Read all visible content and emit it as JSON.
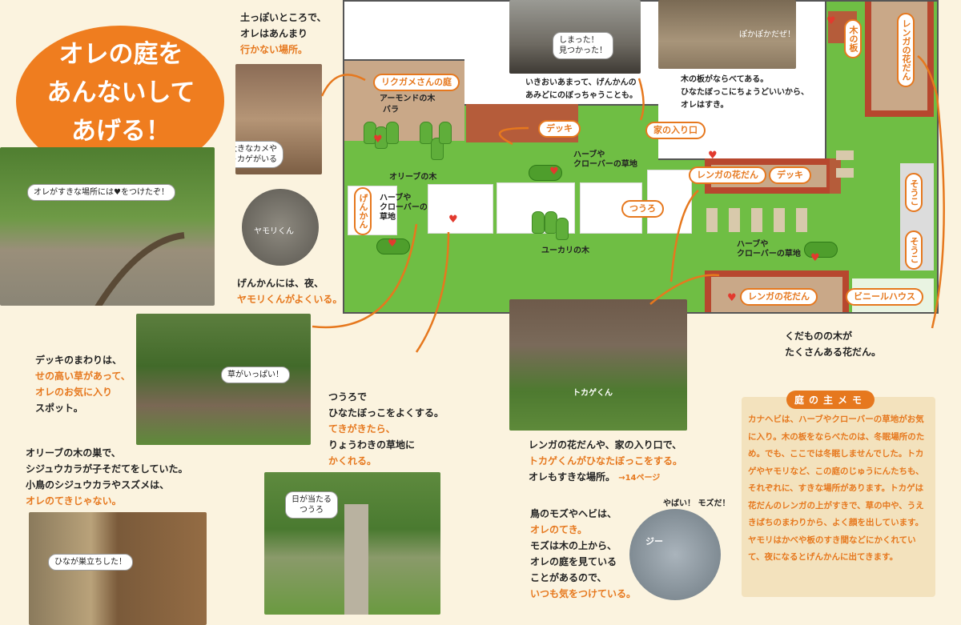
{
  "title": {
    "lines": [
      "オレの庭を",
      "あんないして",
      "あげる！"
    ]
  },
  "hero_caption": "オレがすきな場所には♥をつけたぞ！",
  "top_note": {
    "lines": [
      "土っぽいところで、",
      "オレはあんまり",
      "行かない場所。"
    ]
  },
  "turtle_caption": {
    "lines": [
      "大きなカメや",
      "トカゲがいる"
    ]
  },
  "gecko_caption": "ヤモリくん",
  "gecko_note": {
    "lines": [
      "げんかんには、夜、",
      "ヤモリくんがよくいる。"
    ]
  },
  "deck_note": {
    "lines": [
      "デッキのまわりは、",
      "せの高い草があって、",
      "オレのお気に入り",
      "スポット。"
    ]
  },
  "grass_caption": "草がいっぱい！",
  "olive_note": {
    "lines": [
      "オリーブの木の巣で、",
      "シジュウカラが子そだてをしていた。",
      "小鳥のシジュウカラやスズメは、",
      "オレのてきじゃない。"
    ]
  },
  "birdhouse_caption": "ひなが巣立ちした！",
  "path_note": {
    "lines": [
      "つうろで",
      "ひなたぼっこをよくする。",
      "てきがきたら、",
      "りょうわきの草地に",
      "かくれる。"
    ]
  },
  "path_caption": {
    "lines": [
      "日が当たる",
      "つうろ"
    ]
  },
  "entrance_caption": {
    "lines": [
      "しまった！",
      "見つかった！"
    ]
  },
  "entrance_note": {
    "lines": [
      "いきおいあまって、げんかんの",
      "あみどにのぼっちゃうことも。"
    ]
  },
  "board_caption": "ぽかぽかだぜ！",
  "board_note": {
    "lines": [
      "木の板がならべてある。",
      "ひなたぼっこにちょうどいいから、",
      "オレはすき。"
    ]
  },
  "lizard_caption": "トカゲくん",
  "brick_note": {
    "lines": [
      "レンガの花だんや、家の入り口で、",
      "トカゲくんがひなたぼっこをする。",
      "オレもすきな場所。"
    ],
    "link": "→14ページ"
  },
  "shrike_caption": "やばい！ モズだ！",
  "shrike_sound": "ジー",
  "shrike_note": {
    "lines": [
      "鳥のモズやヘビは、",
      "オレのてき。",
      "モズは木の上から、",
      "オレの庭を見ている",
      "ことがあるので、",
      "いつも気をつけている。"
    ]
  },
  "fruit_note": {
    "lines": [
      "くだものの木が",
      "たくさんある花だん。"
    ]
  },
  "map": {
    "rikugame": "リクガメさんの庭",
    "almond": "アーモンドの木",
    "rose": "バラ",
    "olive": "オリーブの木",
    "deck1": "デッキ",
    "genkan": "げんかん",
    "herb1": {
      "lines": [
        "ハーブや",
        "クローバーの",
        "草地"
      ]
    },
    "herb2": {
      "lines": [
        "ハーブや",
        "クローバーの草地"
      ]
    },
    "tsuro": "つうろ",
    "eucalyptus": "ユーカリの木",
    "entrance": "家の入り口",
    "brick1": "レンガの花だん",
    "deck2": "デッキ",
    "herb3": {
      "lines": [
        "ハーブや",
        "クローバーの草地"
      ]
    },
    "brick2": "レンガの花だん",
    "vinyl": "ビニールハウス",
    "board": "木の板",
    "brick3": "レンガの花だん",
    "souko1": "そうこ",
    "souko2": "そうこ"
  },
  "memo": {
    "title": "庭の主メモ",
    "body": "カナヘビは、ハーブやクローバーの草地がお気に入り。木の板をならべたのは、冬眠場所のため。でも、ここでは冬眠しませんでした。トカゲやヤモリなど、この庭のじゅうにんたちも、それぞれに、すきな場所があります。トカゲは花だんのレンガの上がすきで、草の中や、うえきばちのまわりから、よく顔を出しています。ヤモリはかべや板のすき間などにかくれていて、夜になるとげんかんに出てきます。"
  },
  "colors": {
    "accent": "#e6781e",
    "heart": "#e23a2e",
    "grass": "#6fbe44",
    "brick": "#b7472e",
    "background": "#fbf3df"
  }
}
